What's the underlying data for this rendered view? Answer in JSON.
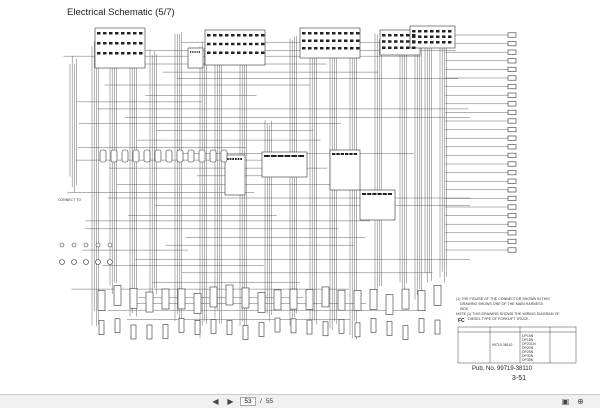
{
  "document": {
    "title": "Electrical Schematic (5/7)",
    "pub_no": "Pub. No. 99719-38110",
    "page_code": "3-51",
    "fc_label": "FC",
    "notes": [
      "(1) THE FIGURE OF THE CONNECTOR SHOWN IN THIS",
      "DRAWING SHOWS ONE OF THE MAIN HARNESS",
      "SIDE.",
      "NOTE (1) THIS DRAWING SHOWS THE WIRING DIAGRAM OF",
      "DIESEL TYPE OF FORKLIFT TRUCK."
    ],
    "spec_codes": [
      "DP15N",
      "DP18N",
      "DP20CN",
      "DP20N",
      "DP25N",
      "DP30N",
      "DP35N"
    ],
    "schematic_label_connect": "CONNECT TO",
    "drawing_no": "99719-38110"
  },
  "viewer": {
    "current_page": "53",
    "page_separator": "/",
    "total_pages": "55",
    "icons": {
      "prev": "triangle-left-icon",
      "next": "triangle-right-icon",
      "fit": "fit-page-icon",
      "zoom": "zoom-icon"
    }
  }
}
